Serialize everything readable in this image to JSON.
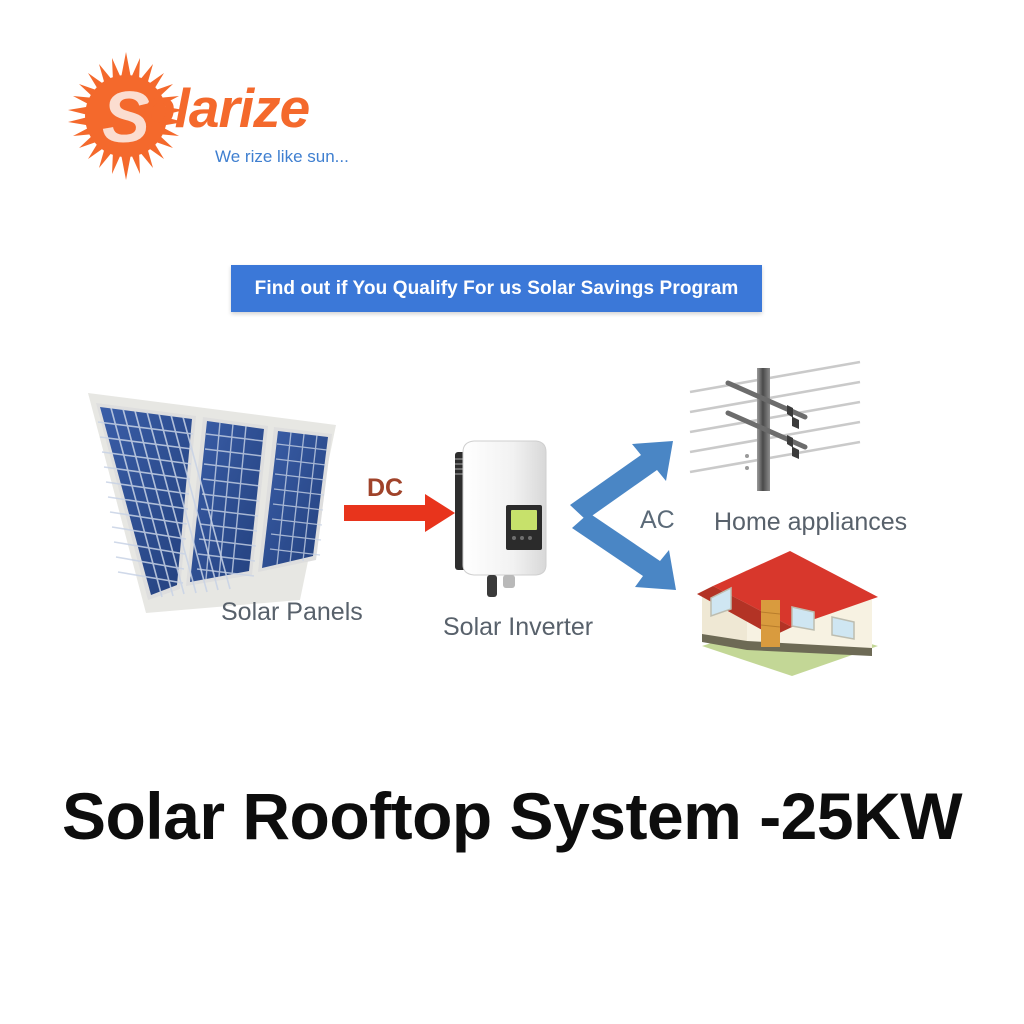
{
  "page": {
    "background_color": "#ffffff",
    "title": "Solar Rooftop System -25KW"
  },
  "logo": {
    "name": "solarize-logo",
    "wordmark": "olarize",
    "monogram": "S",
    "tagline": "We rize like sun...",
    "sun_color": "#f4692c",
    "word_color": "#f4692c",
    "tagline_color": "#3f7fd0"
  },
  "banner": {
    "text": "Find out if You Qualify For us Solar Savings Program",
    "background_color": "#3b78d8",
    "text_color": "#ffffff"
  },
  "diagram": {
    "labels": {
      "panels": "Solar Panels",
      "inverter": "Solar Inverter",
      "home_appliances": "Home appliances"
    },
    "flows": {
      "dc": "DC",
      "ac": "AC"
    },
    "colors": {
      "dc_arrow": "#e8341c",
      "dc_text": "#a0432a",
      "ac_arrow": "#4a86c5",
      "ac_text": "#5b6a78",
      "panel_blue": "#2c4f96",
      "roof_red": "#d8372c",
      "pole_grey": "#7a7a7a",
      "label_grey": "#58616b"
    }
  }
}
